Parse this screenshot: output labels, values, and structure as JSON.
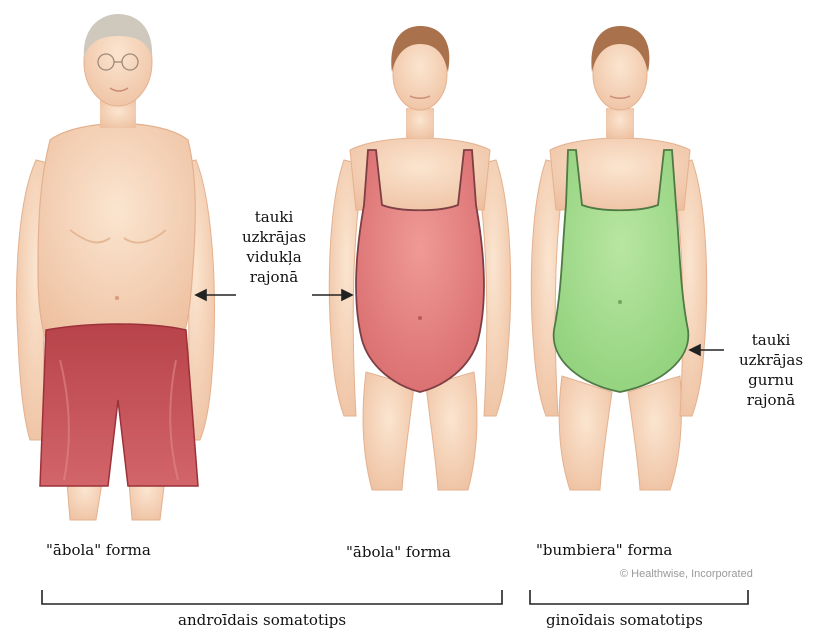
{
  "annotations": {
    "waist": [
      "tauki",
      "uzkrājas",
      "vidukļa",
      "rajonā"
    ],
    "hips": [
      "tauki",
      "uzkrājas",
      "gurnu",
      "rajonā"
    ]
  },
  "figures": [
    {
      "label": "\"ābola\" forma"
    },
    {
      "label": "\"ābola\" forma"
    },
    {
      "label": "\"bumbiera\" forma"
    }
  ],
  "groups": {
    "android": "androīdais somatotips",
    "gynoid": "ginoīdais somatotips"
  },
  "credit": "© Healthwise, Incorporated",
  "colors": {
    "skin": "#f6d7bd",
    "skin_shadow": "#e3b18f",
    "hair_gray": "#cfc9bd",
    "hair_brown": "#a9724d",
    "shorts_red": "#c44e55",
    "swimsuit_red": "#e08383",
    "swimsuit_green": "#9ed98a"
  }
}
